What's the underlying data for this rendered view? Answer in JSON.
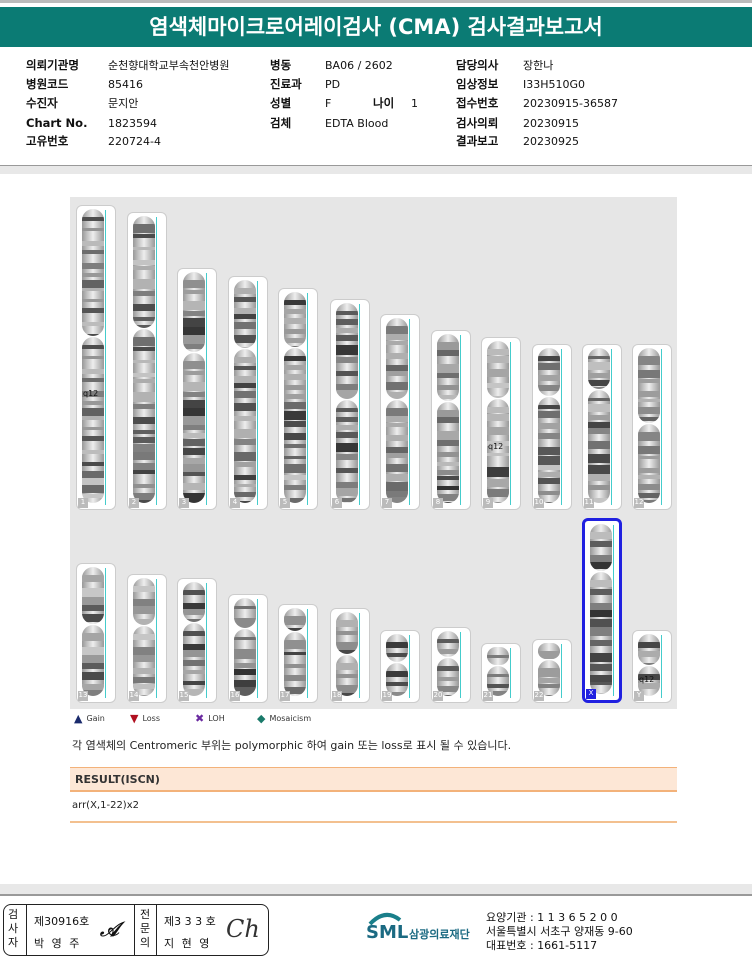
{
  "title": "염색체마이크로어레이검사 (CMA) 검사결과보고서",
  "info": {
    "c1": [
      {
        "k": "의뢰기관명",
        "v": "순천향대학교부속천안병원"
      },
      {
        "k": "병원코드",
        "v": "85416"
      },
      {
        "k": "수진자",
        "v": "문지안"
      },
      {
        "k": "Chart No.",
        "v": "1823594"
      },
      {
        "k": "고유번호",
        "v": "220724-4"
      }
    ],
    "c2": [
      {
        "k": "병동",
        "v": "BA06 / 2602"
      },
      {
        "k": "진료과",
        "v": "PD"
      },
      {
        "k": "성별",
        "v": "F"
      },
      {
        "k": "검체",
        "v": "EDTA Blood"
      }
    ],
    "age_k": "나이",
    "age_v": "1",
    "c3": [
      {
        "k": "담당의사",
        "v": "장한나"
      },
      {
        "k": "임상정보",
        "v": "I33H510G0"
      },
      {
        "k": "접수번호",
        "v": "20230915-36587"
      },
      {
        "k": "검사의뢰",
        "v": "20230915"
      },
      {
        "k": "결과보고",
        "v": "20230925"
      }
    ]
  },
  "karyogram": {
    "chromosomes": [
      "1",
      "2",
      "3",
      "4",
      "5",
      "6",
      "7",
      "8",
      "9",
      "10",
      "11",
      "12",
      "13",
      "14",
      "15",
      "16",
      "17",
      "18",
      "19",
      "20",
      "21",
      "22",
      "X",
      "Y"
    ],
    "band_labels": {
      "1": "q12",
      "9": "q12",
      "Y": "q12"
    },
    "selected": "X"
  },
  "legend": [
    {
      "label": "Gain",
      "color": "#1a2a6c"
    },
    {
      "label": "Loss",
      "color": "#b01020"
    },
    {
      "label": "LOH",
      "color": "#6a2aa0"
    },
    {
      "label": "Mosaicism",
      "color": "#1a7a6a"
    }
  ],
  "note": "각 염색체의 Centromeric 부위는 polymorphic 하여 gain 또는 loss로 표시 될 수 있습니다.",
  "result": {
    "header": "RESULT(ISCN)",
    "value": "arr(X,1-22)x2"
  },
  "signature": {
    "role1": "검사자",
    "no1": "제30916호",
    "name1": "박 영 주",
    "role2": "전문의",
    "no2": "제3 3 3 호",
    "name2": "지 현 영"
  },
  "footer": {
    "logo": "SML",
    "org": "삼광의료재단",
    "line1": "요양기관 : 1 1 3 6 5 2 0 0",
    "line2": "서울특별시 서초구 양재동 9-60",
    "line3": "대표번호 : 1661-5117"
  }
}
